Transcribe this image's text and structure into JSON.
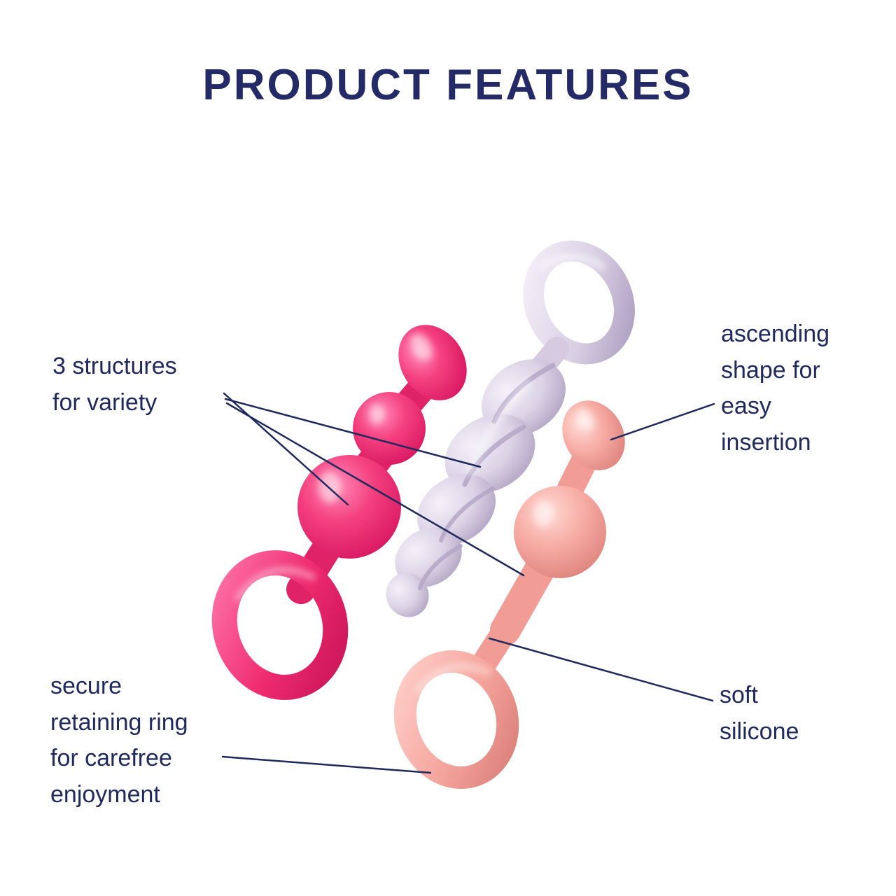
{
  "title": "PRODUCT FEATURES",
  "annotations": {
    "structures": "3 structures\nfor variety",
    "ascending": "ascending\nshape for\neasy\ninsertion",
    "retaining": "secure\nretaining ring\nfor carefree\nenjoyment",
    "silicone": "soft\nsilicone"
  },
  "colors": {
    "text_navy": "#20295c",
    "title_navy": "#232a66",
    "hot_pink": "#ee2a6e",
    "lilac": "#d8cfe2",
    "rose": "#f5a9a1",
    "background": "#ffffff"
  },
  "graphics": [
    {
      "name": "pink-beaded-plug-with-ring"
    },
    {
      "name": "lilac-spiral-plug-with-ring"
    },
    {
      "name": "rose-beaded-plug-with-ring"
    }
  ]
}
